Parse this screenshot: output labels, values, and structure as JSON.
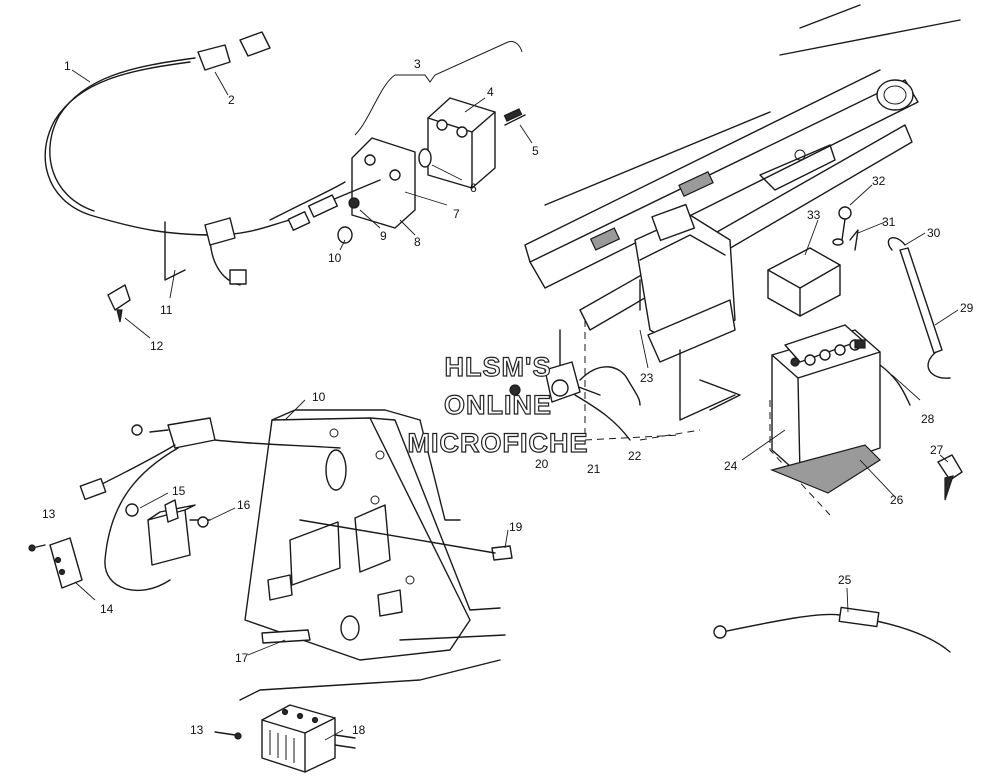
{
  "watermark": {
    "line1": "HLSM'S",
    "line2": "ONLINE",
    "line3": "MICROFICHE"
  },
  "callouts": {
    "c1": "1",
    "c2": "2",
    "c3": "3",
    "c4": "4",
    "c5": "5",
    "c6": "6",
    "c7": "7",
    "c8": "8",
    "c9": "9",
    "c10a": "10",
    "c10b": "10",
    "c11": "11",
    "c12": "12",
    "c13a": "13",
    "c13b": "13",
    "c14": "14",
    "c15": "15",
    "c16": "16",
    "c17": "17",
    "c18": "18",
    "c19": "19",
    "c20": "20",
    "c21": "21",
    "c22": "22",
    "c23": "23",
    "c24": "24",
    "c25": "25",
    "c26": "26",
    "c27": "27",
    "c28": "28",
    "c29": "29",
    "c30": "30",
    "c31": "31",
    "c32": "32",
    "c33": "33"
  }
}
